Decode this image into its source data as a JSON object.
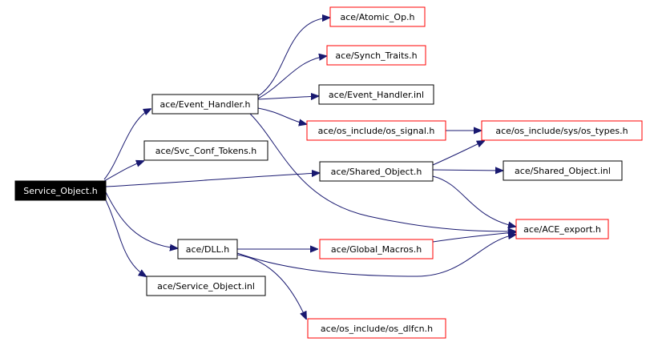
{
  "diagram": {
    "nodes": {
      "service_object_h": {
        "label": "Service_Object.h",
        "style": "root"
      },
      "event_handler_h": {
        "label": "ace/Event_Handler.h",
        "style": "black"
      },
      "svc_conf_tokens_h": {
        "label": "ace/Svc_Conf_Tokens.h",
        "style": "black"
      },
      "dll_h": {
        "label": "ace/DLL.h",
        "style": "black"
      },
      "service_object_inl": {
        "label": "ace/Service_Object.inl",
        "style": "black"
      },
      "atomic_op_h": {
        "label": "ace/Atomic_Op.h",
        "style": "red"
      },
      "synch_traits_h": {
        "label": "ace/Synch_Traits.h",
        "style": "red"
      },
      "event_handler_inl": {
        "label": "ace/Event_Handler.inl",
        "style": "black"
      },
      "os_signal_h": {
        "label": "ace/os_include/os_signal.h",
        "style": "red"
      },
      "shared_object_h": {
        "label": "ace/Shared_Object.h",
        "style": "black"
      },
      "global_macros_h": {
        "label": "ace/Global_Macros.h",
        "style": "red"
      },
      "os_dlfcn_h": {
        "label": "ace/os_include/os_dlfcn.h",
        "style": "red"
      },
      "os_types_h": {
        "label": "ace/os_include/sys/os_types.h",
        "style": "red"
      },
      "shared_object_inl": {
        "label": "ace/Shared_Object.inl",
        "style": "black"
      },
      "ace_export_h": {
        "label": "ace/ACE_export.h",
        "style": "red"
      }
    },
    "edges": [
      [
        "service_object_h",
        "event_handler_h"
      ],
      [
        "service_object_h",
        "svc_conf_tokens_h"
      ],
      [
        "service_object_h",
        "shared_object_h"
      ],
      [
        "service_object_h",
        "dll_h"
      ],
      [
        "service_object_h",
        "service_object_inl"
      ],
      [
        "event_handler_h",
        "atomic_op_h"
      ],
      [
        "event_handler_h",
        "synch_traits_h"
      ],
      [
        "event_handler_h",
        "event_handler_inl"
      ],
      [
        "event_handler_h",
        "os_signal_h"
      ],
      [
        "event_handler_h",
        "ace_export_h"
      ],
      [
        "os_signal_h",
        "os_types_h"
      ],
      [
        "shared_object_h",
        "os_types_h"
      ],
      [
        "shared_object_h",
        "shared_object_inl"
      ],
      [
        "shared_object_h",
        "ace_export_h"
      ],
      [
        "dll_h",
        "global_macros_h"
      ],
      [
        "dll_h",
        "ace_export_h"
      ],
      [
        "dll_h",
        "os_dlfcn_h"
      ],
      [
        "global_macros_h",
        "ace_export_h"
      ]
    ],
    "colors": {
      "edge": "#191970",
      "red_border": "#ff0000",
      "black_border": "#000000",
      "root_fill": "#000000",
      "root_text": "#ffffff"
    }
  }
}
